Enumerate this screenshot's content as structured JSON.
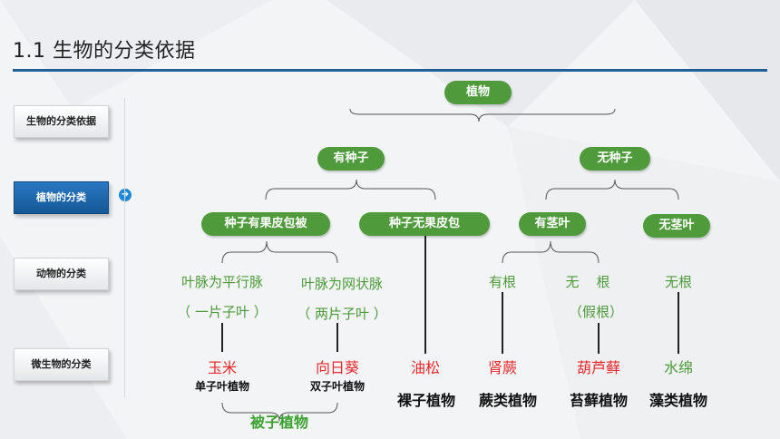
{
  "header": {
    "title": "1.1 生物的分类依据"
  },
  "sidebar": {
    "items": [
      {
        "label": "生物的分类依据"
      },
      {
        "label": "植物的分类"
      },
      {
        "label": "动物的分类"
      },
      {
        "label": "微生物的分类"
      }
    ],
    "active_index": 1
  },
  "tree": {
    "root": "植物",
    "level1": [
      "有种子",
      "无种子"
    ],
    "level2": [
      "种子有果皮包被",
      "种子无果皮包",
      "有茎叶",
      "无茎叶"
    ],
    "monocot": {
      "line1": "叶脉为平行脉",
      "line2": "（ 一片子叶 ）",
      "example": "玉米",
      "group": "单子叶植物"
    },
    "dicot": {
      "line1": "叶脉为网状脉",
      "line2": "（ 两片子叶 ）",
      "example": "向日葵",
      "group": "双子叶植物"
    },
    "angiosperm_label": "被子植物",
    "gymnosperm": {
      "example": "油松",
      "group": "裸子植物"
    },
    "fern": {
      "line1": "有根",
      "example": "肾蕨",
      "group": "蕨类植物"
    },
    "moss": {
      "line1": "无    根",
      "line2": "（假根）",
      "example": "葫芦藓",
      "group": "苔藓植物"
    },
    "algae": {
      "line1": "无根",
      "example": "水绵",
      "group": "藻类植物"
    }
  },
  "colors": {
    "accent": "#1f5e97",
    "pill": "#4f9a3b",
    "green_text": "#4c9a3a",
    "red_text": "#e8282a",
    "angiosperm": "#3aa12e"
  }
}
